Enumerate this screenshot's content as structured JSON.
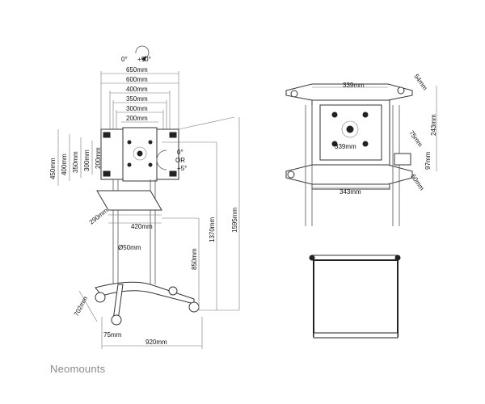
{
  "brand": "Neomounts",
  "rotation": {
    "left": "0°",
    "right": "+90°"
  },
  "tilt": {
    "top": "0°",
    "mid": "OR",
    "bottom": "+5°"
  },
  "vesa_widths": [
    "650mm",
    "600mm",
    "400mm",
    "350mm",
    "300mm",
    "200mm"
  ],
  "vesa_heights": [
    "450mm",
    "400mm",
    "350mm",
    "300mm",
    "200mm"
  ],
  "stand": {
    "shelf_depth": "290mm",
    "shelf_width": "420mm",
    "pole_diameter": "Ø50mm",
    "height_max": "1595mm",
    "height_mid": "1370mm",
    "height_shelf": "850mm",
    "base_depth": "702mm",
    "caster": "75mm",
    "base_width": "920mm"
  },
  "bracket": {
    "top_width": "339mm",
    "top_offset": "54mm",
    "height": "243mm",
    "inner_width": "339mm",
    "inner_height": "75mm",
    "side_height": "97mm",
    "bottom_width": "343mm",
    "depth": "50mm"
  }
}
